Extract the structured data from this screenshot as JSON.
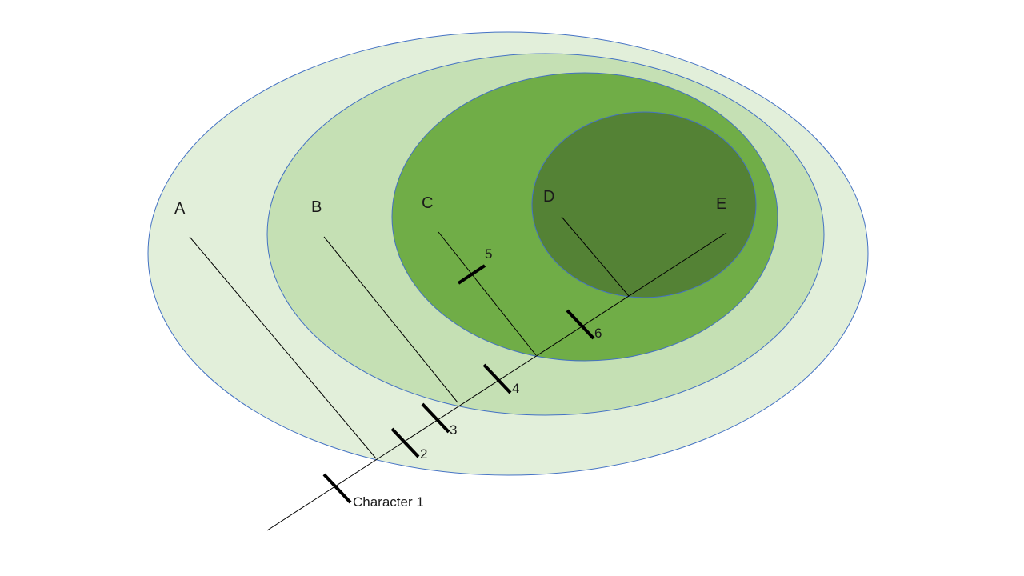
{
  "colors": {
    "ring_a": "#e2efda",
    "ring_b": "#c5e0b4",
    "ring_c": "#70ad47",
    "ring_d": "#548235",
    "outline": "#4472c4",
    "line": "#000000"
  },
  "regions": {
    "a": "A",
    "b": "B",
    "c": "C",
    "d": "D",
    "e": "E"
  },
  "markers": {
    "m1": "Character 1",
    "m2": "2",
    "m3": "3",
    "m4": "4",
    "m5": "5",
    "m6": "6"
  }
}
